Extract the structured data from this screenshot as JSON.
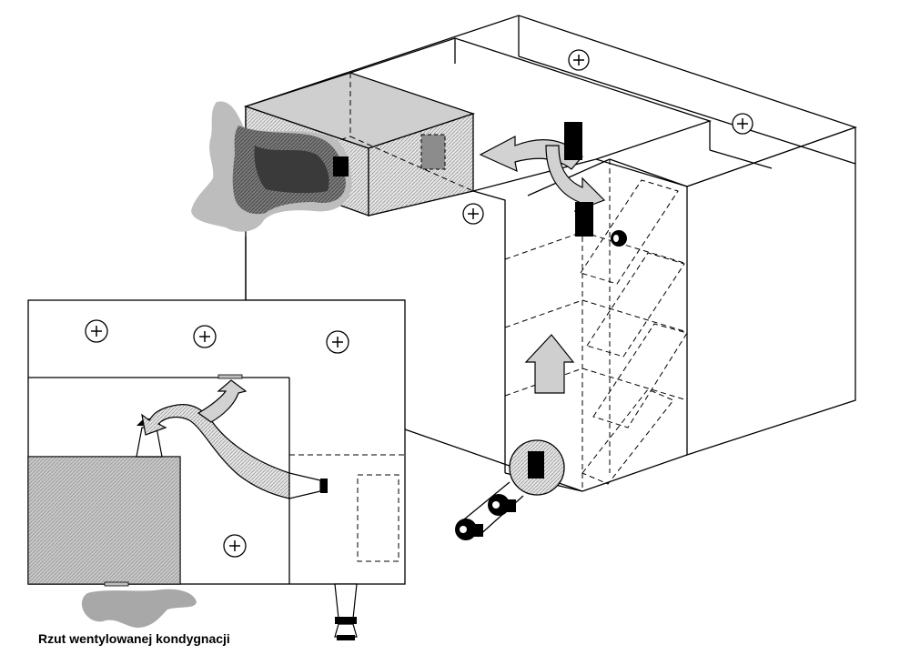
{
  "caption": "Rzut wentylowanej kondygnacji",
  "colors": {
    "line": "#000000",
    "shade_light": "#d2d2d2",
    "shade_mid": "#a8a8a8",
    "shade_dark": "#5e5e5e",
    "smoke_light": "#bdbdbd",
    "smoke_dark": "#3a3a3a"
  },
  "icons": {
    "pressure": "plus-in-circle",
    "fan": "fan-unit",
    "flow": "air-flow-arrow"
  }
}
